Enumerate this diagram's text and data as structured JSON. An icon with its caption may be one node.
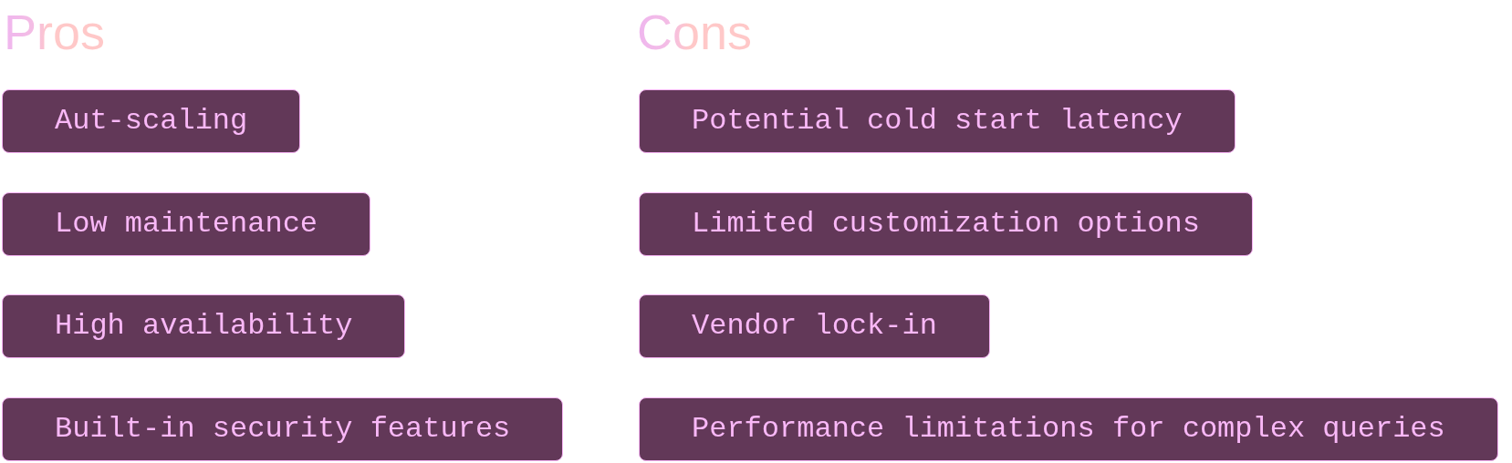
{
  "diagram": {
    "nodes": [
      {
        "text": [
          "Aut-scaling"
        ]
      },
      {
        "text": [
          "Low maintenance"
        ]
      },
      {
        "text": [
          "High availability"
        ]
      },
      {
        "text": [
          "Built-in security features"
        ]
      },
      {
        "text": [
          "Potential cold start latency"
        ]
      },
      {
        "text": [
          "Limited customization options"
        ]
      },
      {
        "text": [
          "Vendor lock-in"
        ]
      },
      {
        "text": [
          "Performance limitations for complex queries"
        ]
      }
    ],
    "labels": [
      "Pros",
      "Cons"
    ]
  }
}
